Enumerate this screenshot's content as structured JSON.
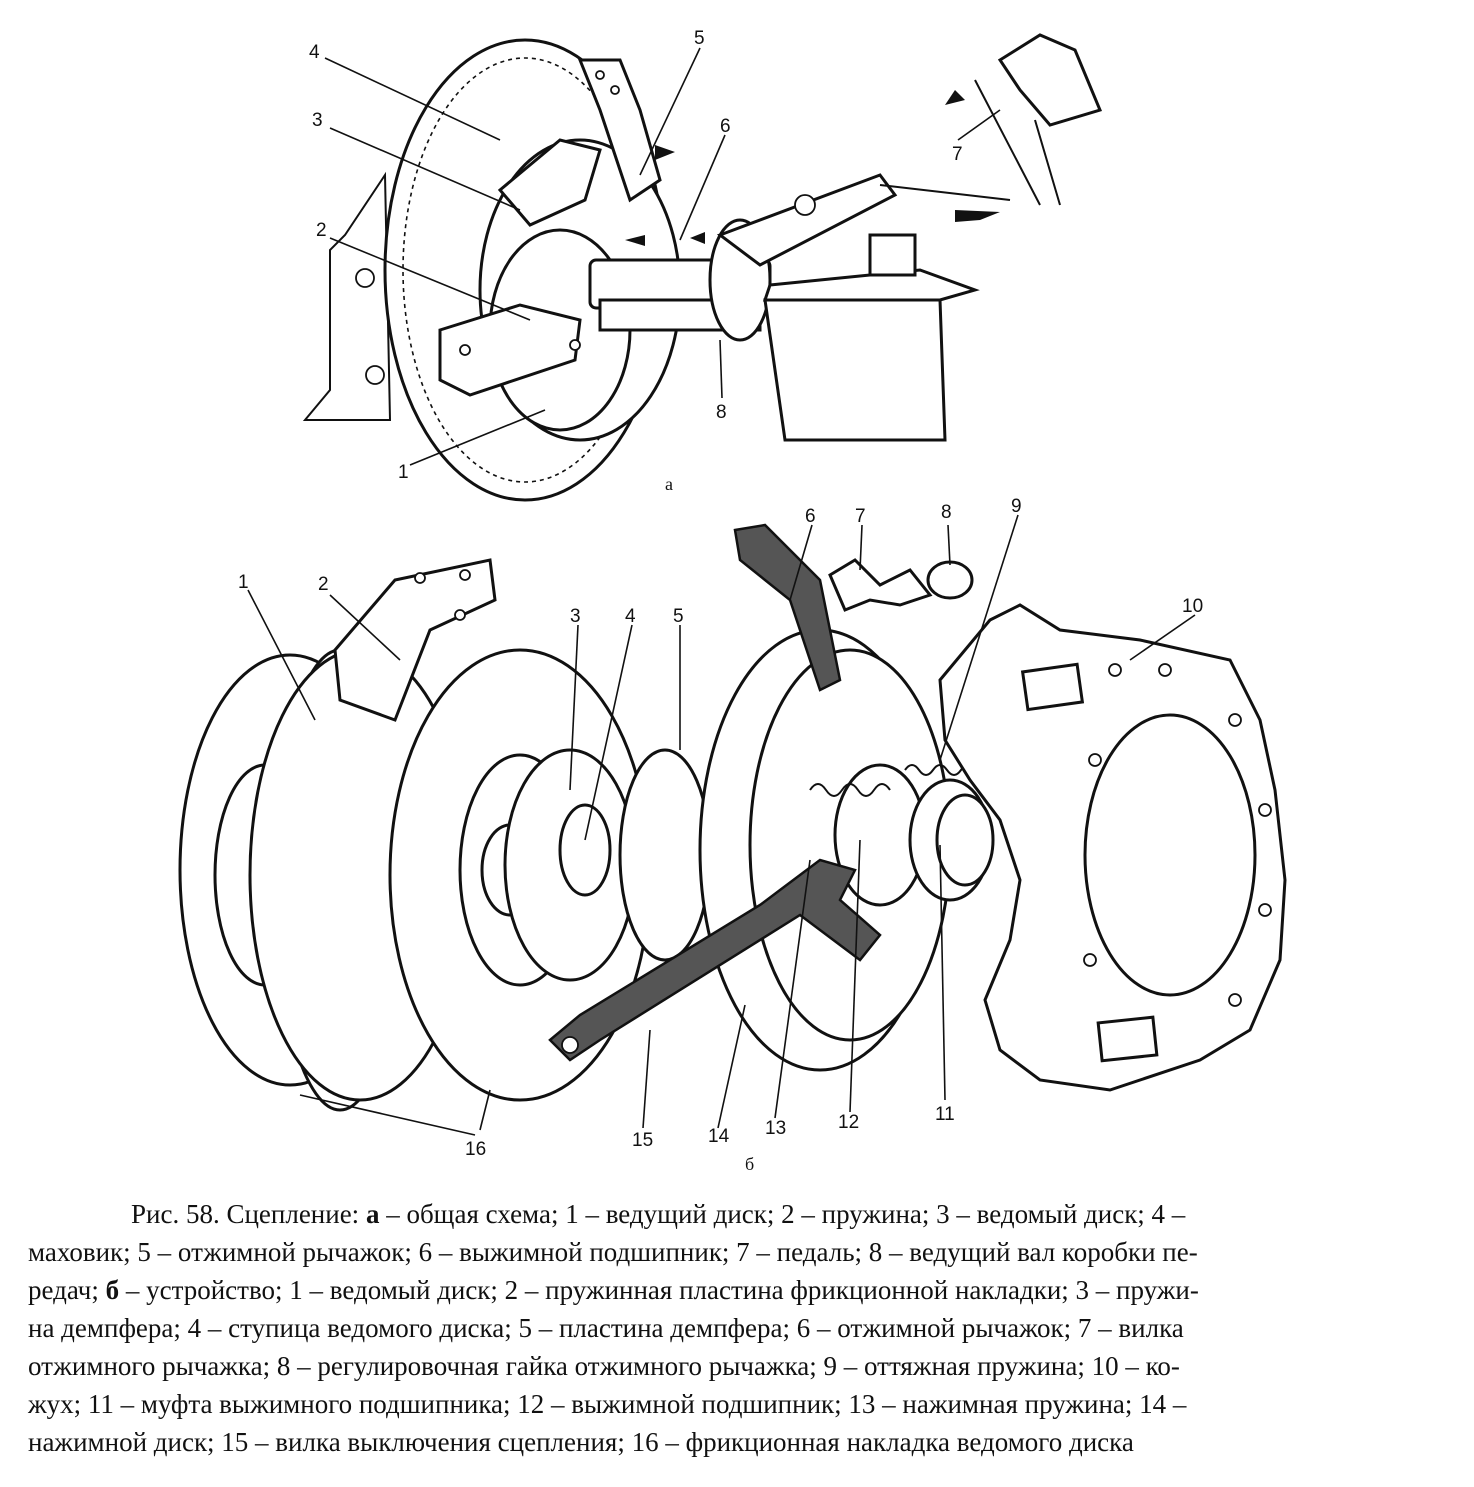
{
  "figure_a": {
    "sublabel": "а",
    "labels": [
      "1",
      "2",
      "3",
      "4",
      "5",
      "6",
      "7",
      "8"
    ]
  },
  "figure_b": {
    "sublabel": "б",
    "labels": [
      "1",
      "2",
      "3",
      "4",
      "5",
      "6",
      "7",
      "8",
      "9",
      "10",
      "11",
      "12",
      "13",
      "14",
      "15",
      "16"
    ]
  },
  "caption": {
    "line1": [
      "Рис. 58. Сцепление: ",
      "а",
      " – общая схема; 1 – ведущий диск; 2 – пружина; 3 – ведомый диск; 4 –"
    ],
    "line2": "маховик; 5 – отжимной рычажок; 6 – выжимной подшипник; 7 – педаль; 8 – ведущий вал коробки пе-",
    "line3": [
      "редач; ",
      "б",
      " – устройство; 1 – ведомый диск; 2 – пружинная пластина фрикционной накладки; 3 – пружи-"
    ],
    "line4": "на демпфера; 4 – ступица ведомого диска; 5 – пластина демпфера; 6 – отжимной рычажок; 7 – вилка",
    "line5": "отжимного рычажка; 8 – регулировочная гайка отжимного рычажка; 9 – оттяжная пружина; 10 – ко-",
    "line6": "жух; 11 – муфта выжимного подшипника; 12 – выжимной подшипник; 13 – нажимная пружина; 14 –",
    "line7": "нажимной диск; 15 – вилка выключения сцепления; 16 – фрикционная накладка ведомого диска"
  }
}
